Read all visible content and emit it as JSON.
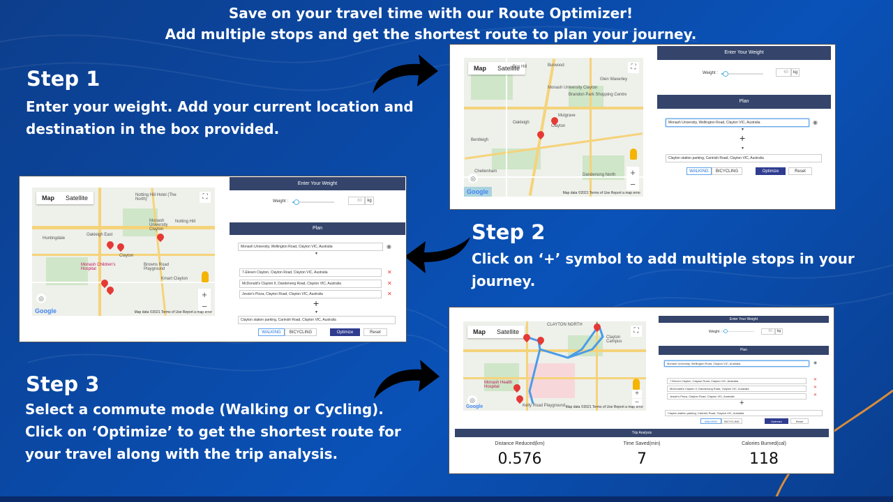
{
  "headline": {
    "line1": "Save on your travel time with our Route Optimizer!",
    "line2": "Add multiple stops and get the shortest route to plan your journey."
  },
  "steps": [
    {
      "title": "Step 1",
      "desc": [
        "Enter your weight. Add your current location and",
        "destination in the box provided."
      ]
    },
    {
      "title": "Step 2",
      "desc": [
        "Click on ‘+’ symbol to add multiple stops in your",
        "journey."
      ]
    },
    {
      "title": "Step 3",
      "desc": [
        "Select a commute mode (Walking or Cycling).",
        "Click on ‘Optimize’ to get the shortest route for",
        "your travel along with the trip analysis."
      ]
    }
  ],
  "app": {
    "map_tab": "Map",
    "satellite_tab": "Satellite",
    "google": "Google",
    "map_credits": "Map data ©2021  Terms of Use  Report a map error",
    "weight_header": "Enter Your Weight",
    "weight_label": "Weight :",
    "weight_placeholder": "60",
    "weight_unit": "kg",
    "plan_header": "Plan",
    "origin": "Monash University, Wellington Road, Clayton VIC, Australia",
    "stops": [
      "7-Eleven Clayton, Clayton Road, Clayton VIC, Australia",
      "McDonald's Clayton II, Dandenong Road, Clayton VIC, Australia",
      "Jessie's Pizza, Clayton Road, Clayton VIC, Australia"
    ],
    "destination": "Clayton station parking, Carinish Road, Clayton VIC, Australia",
    "plus_symbol": "+",
    "walking": "WALKING",
    "bicycling": "BICYCLING",
    "optimize": "Optimize",
    "reset": "Reset",
    "remove_symbol": "✕",
    "trip_header": "Trip Analysis",
    "trip": [
      {
        "label": "Distance Reduced(km)",
        "value": "0.576"
      },
      {
        "label": "Time Saved(min)",
        "value": "7"
      },
      {
        "label": "Calories Burned(cal)",
        "value": "118"
      }
    ]
  },
  "map_labels": {
    "s1": [
      "Burwood",
      "Glen Waverley",
      "Box Hill",
      "Clayton",
      "Mulgrave",
      "Oakleigh",
      "Bentleigh",
      "Cheltenham",
      "Dandenong North",
      "Brandon Park Shopping Centre",
      "Monash University Clayton"
    ],
    "s2": [
      "Notting Hill Hotel (The North)",
      "Oakleigh East",
      "Huntingdale",
      "Monash University Clayton",
      "Notting Hill",
      "Clayton",
      "Monash Children's Hospital",
      "Browns Road Playground",
      "Kmart Clayton"
    ],
    "s3": [
      "CLAYTON NORTH",
      "Monash Health Hospital",
      "Clayton Campus",
      "Kelly Road Playground"
    ]
  },
  "colors": {
    "header": "#34446b",
    "optimize": "#2f3c8f",
    "accent": "#5ea3e8",
    "remove": "#e53935",
    "pin": "#e53935",
    "route": "#4a9be8"
  }
}
